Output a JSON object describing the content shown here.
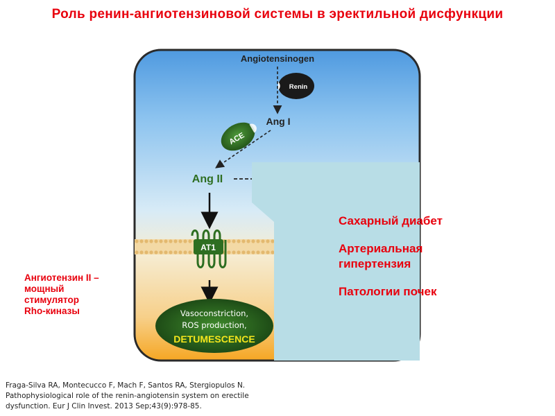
{
  "title": "Роль ренин-ангиотензиновой системы в эректильной дисфункции",
  "diagram": {
    "angiotensinogen": "Angiotensinogen",
    "renin": "Renin",
    "ang1": "Ang I",
    "ace": "ACE",
    "ang2": "Ang II",
    "at1": "AT1",
    "outcome_line1": "Vasoconstriction,",
    "outcome_line2": "ROS production,",
    "outcome_line3": "DETUMESCENCE"
  },
  "side_note": {
    "line1": "Ангиотензин II –",
    "line2": "мощный",
    "line3": "стимулятор",
    "line4": "Rho-киназы"
  },
  "panel": {
    "item1": "Сахарный диабет",
    "item2_line1": "Артериальная",
    "item2_line2": "гипертензия",
    "item3": "Патологии почек"
  },
  "reference": {
    "line1": "Fraga-Silva RA, Montecucco F, Mach F, Santos RA, Stergiopulos N.",
    "line2": "Pathophysiological role of the renin-angiotensin system on erectile",
    "line3": "dysfunction. Eur J Clin Invest. 2013 Sep;43(9):978-85."
  },
  "colors": {
    "title_red": "#e8000d",
    "cell_blue": "#9ccbef",
    "membrane_tan": "#f3d9a5",
    "bottom_orange": "#f7b23a",
    "enzyme_green": "#2e6e21",
    "overlay_panel": "#b8dde6"
  }
}
